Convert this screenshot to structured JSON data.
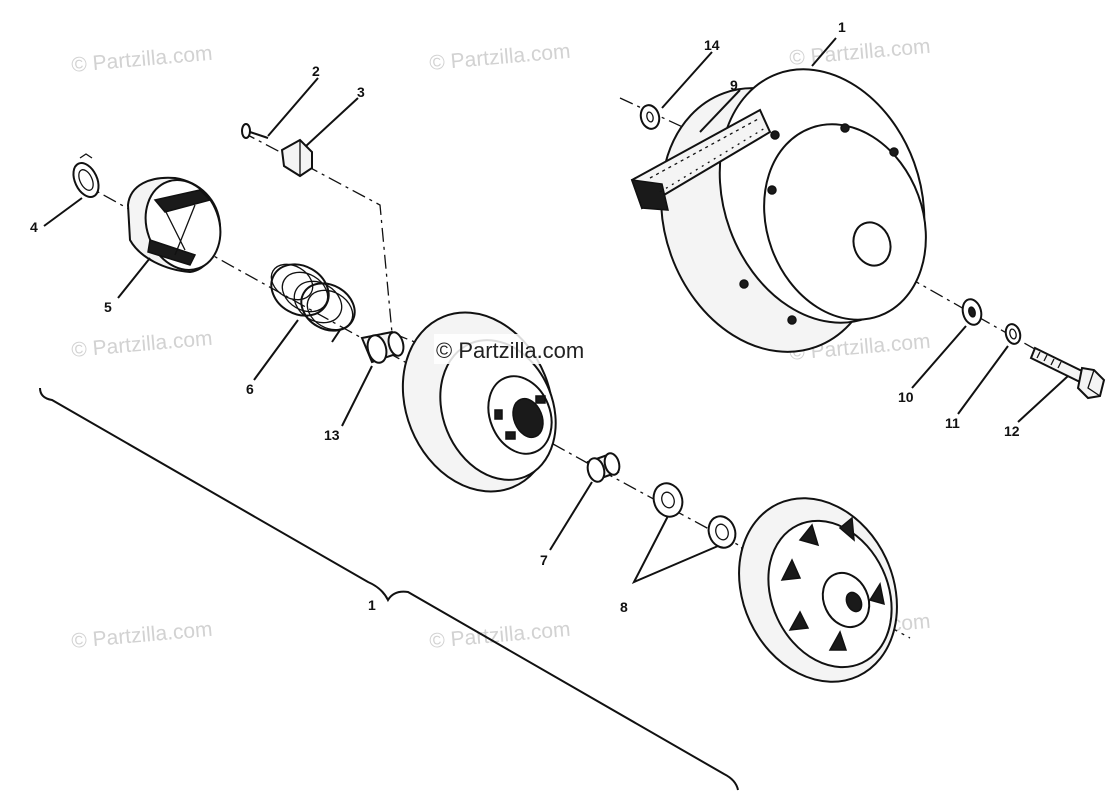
{
  "watermark": "© Partzilla.com",
  "brand_mark": "© Partzilla.com",
  "callouts": {
    "c1_top": "1",
    "c2": "2",
    "c3": "3",
    "c4": "4",
    "c5": "5",
    "c6": "6",
    "c7": "7",
    "c8": "8",
    "c9": "9",
    "c10": "10",
    "c11": "11",
    "c12": "12",
    "c13": "13",
    "c14": "14",
    "c1_bracket": "1"
  }
}
